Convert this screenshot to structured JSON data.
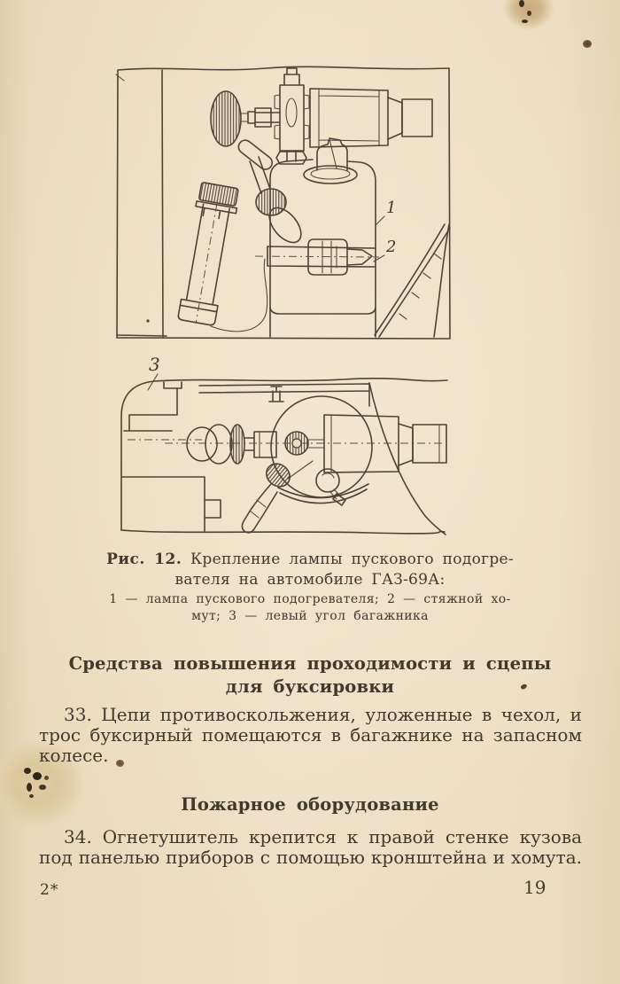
{
  "figure": {
    "caption_bold": "Рис. 12.",
    "caption_line1_rest": "Крепление лампы пускового подогре-",
    "caption_line2": "вателя на автомобиле ГАЗ-69А:",
    "legend_line1": "1 — лампа пускового подогревателя; 2 — стяжной хо-",
    "legend_line2": "мут; 3 — левый угол багажника",
    "labels": {
      "l1": "1",
      "l2": "2",
      "l3": "3"
    }
  },
  "section_traction": {
    "heading_line1": "Средства повышения проходимости и сцепы",
    "heading_line2": "для буксировки",
    "para33": {
      "line1": "33. Цепи противоскольжения, уложенные в чехол, и",
      "line2": "трос буксирный помещаются в багажнике на запасном",
      "line3": "колесе."
    }
  },
  "section_fire": {
    "heading": "Пожарное оборудование",
    "para34": {
      "line1": "34. Огнетушитель крепится к правой стенке кузова",
      "line2": "под панелью приборов с помощью кронштейна и хомута."
    }
  },
  "page": {
    "footer_left": "2*",
    "page_number": "19"
  },
  "colors": {
    "paper": "#ecdcc0",
    "ink": "#41392d",
    "line_art": "#4e4336"
  }
}
